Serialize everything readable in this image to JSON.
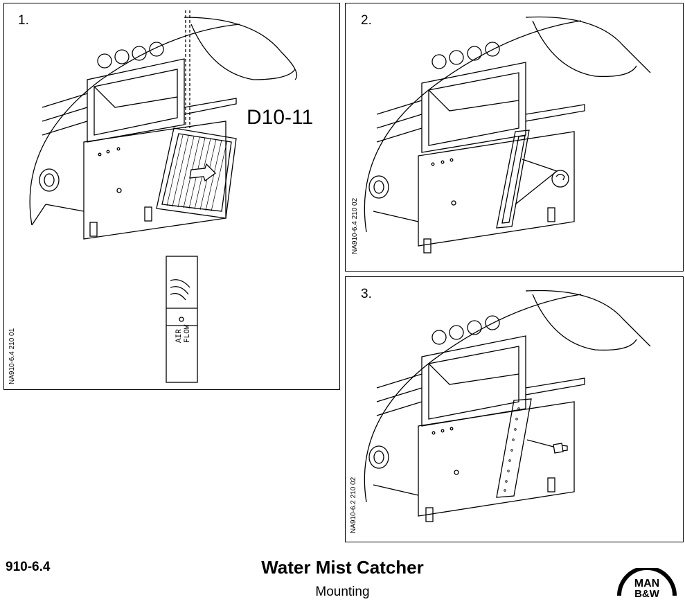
{
  "panels": [
    {
      "step": "1.",
      "code": "NA910-6.4 210 01",
      "callout": "D10-11"
    },
    {
      "step": "2.",
      "code": "NA910-6.4 210 02"
    },
    {
      "step": "3.",
      "code": "NA910-6.2 210 02"
    }
  ],
  "airflow_label": {
    "line1": "AIR",
    "line2": "FLOW"
  },
  "footer": {
    "doc_number": "910-6.4",
    "title": "Water Mist Catcher",
    "subtitle": "Mounting"
  },
  "logo": {
    "line1": "MAN",
    "line2": "B&W"
  }
}
